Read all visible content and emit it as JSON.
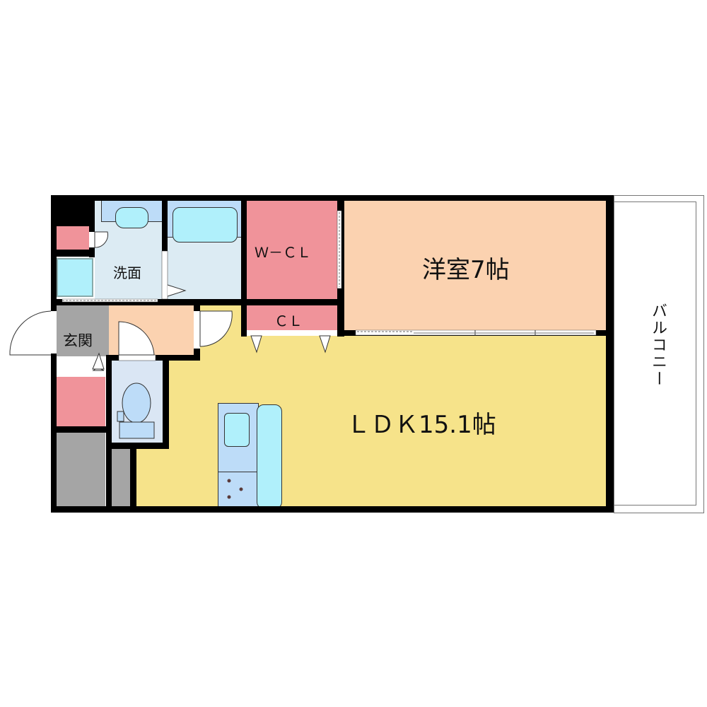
{
  "floorplan": {
    "rooms": {
      "western_room": {
        "label": "洋室7帖",
        "color": "#fbd2b0"
      },
      "ldk": {
        "label": "ＬＤＫ15.1帖",
        "color": "#f6e38a"
      },
      "walk_in_closet": {
        "label": "Ｗ－ＣＬ",
        "color": "#f0939a"
      },
      "closet": {
        "label": "ＣＬ",
        "color": "#f0939a"
      },
      "washroom": {
        "label": "洗面",
        "color": "#dcebf3"
      },
      "entrance": {
        "label": "玄関",
        "color": "#a5a5a5"
      },
      "balcony": {
        "label": "バルコニー",
        "color": "#ffffff"
      },
      "bathroom": {
        "color": "#dcebf3"
      },
      "toilet": {
        "color": "#dae6f4"
      },
      "hallway": {
        "color": "#fbd2b0"
      }
    },
    "fixtures": {
      "bathtub_color": "#b0f0fb",
      "sink_color": "#b0f0fb",
      "counter_color": "#bddcf8"
    },
    "colors": {
      "wall": "#000000",
      "storage": "#a5a5a5",
      "shoe_box": "#f0939a"
    }
  }
}
